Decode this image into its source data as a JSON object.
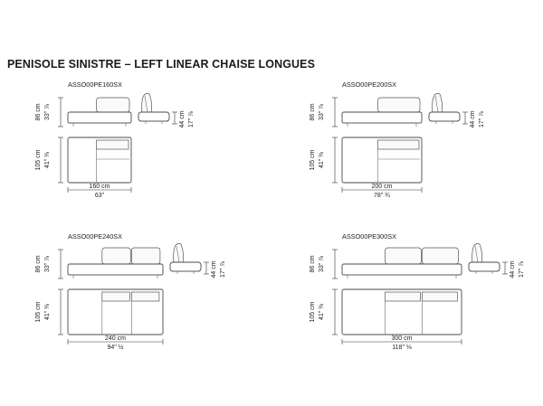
{
  "page": {
    "title": "PENISOLE SINISTRE – LEFT LINEAR CHAISE LONGUES"
  },
  "models": [
    {
      "code": "ASSO00PE160SX",
      "width_cm": "160 cm",
      "width_in": "63\"",
      "seats": 1
    },
    {
      "code": "ASSO00PE200SX",
      "width_cm": "200 cm",
      "width_in": "78\" ¾",
      "seats": 1
    },
    {
      "code": "ASSO00PE240SX",
      "width_cm": "240 cm",
      "width_in": "94\" ½",
      "seats": 2
    },
    {
      "code": "ASSO00PE300SX",
      "width_cm": "300 cm",
      "width_in": "118\" ⅛",
      "seats": 2
    }
  ],
  "common_dimensions": {
    "height_cm": "86 cm",
    "height_in": "33\" ⅞",
    "depth_cm": "105 cm",
    "depth_in": "41\" ⅜",
    "seat_height_cm": "44 cm",
    "seat_height_in": "17\" ⅞"
  }
}
